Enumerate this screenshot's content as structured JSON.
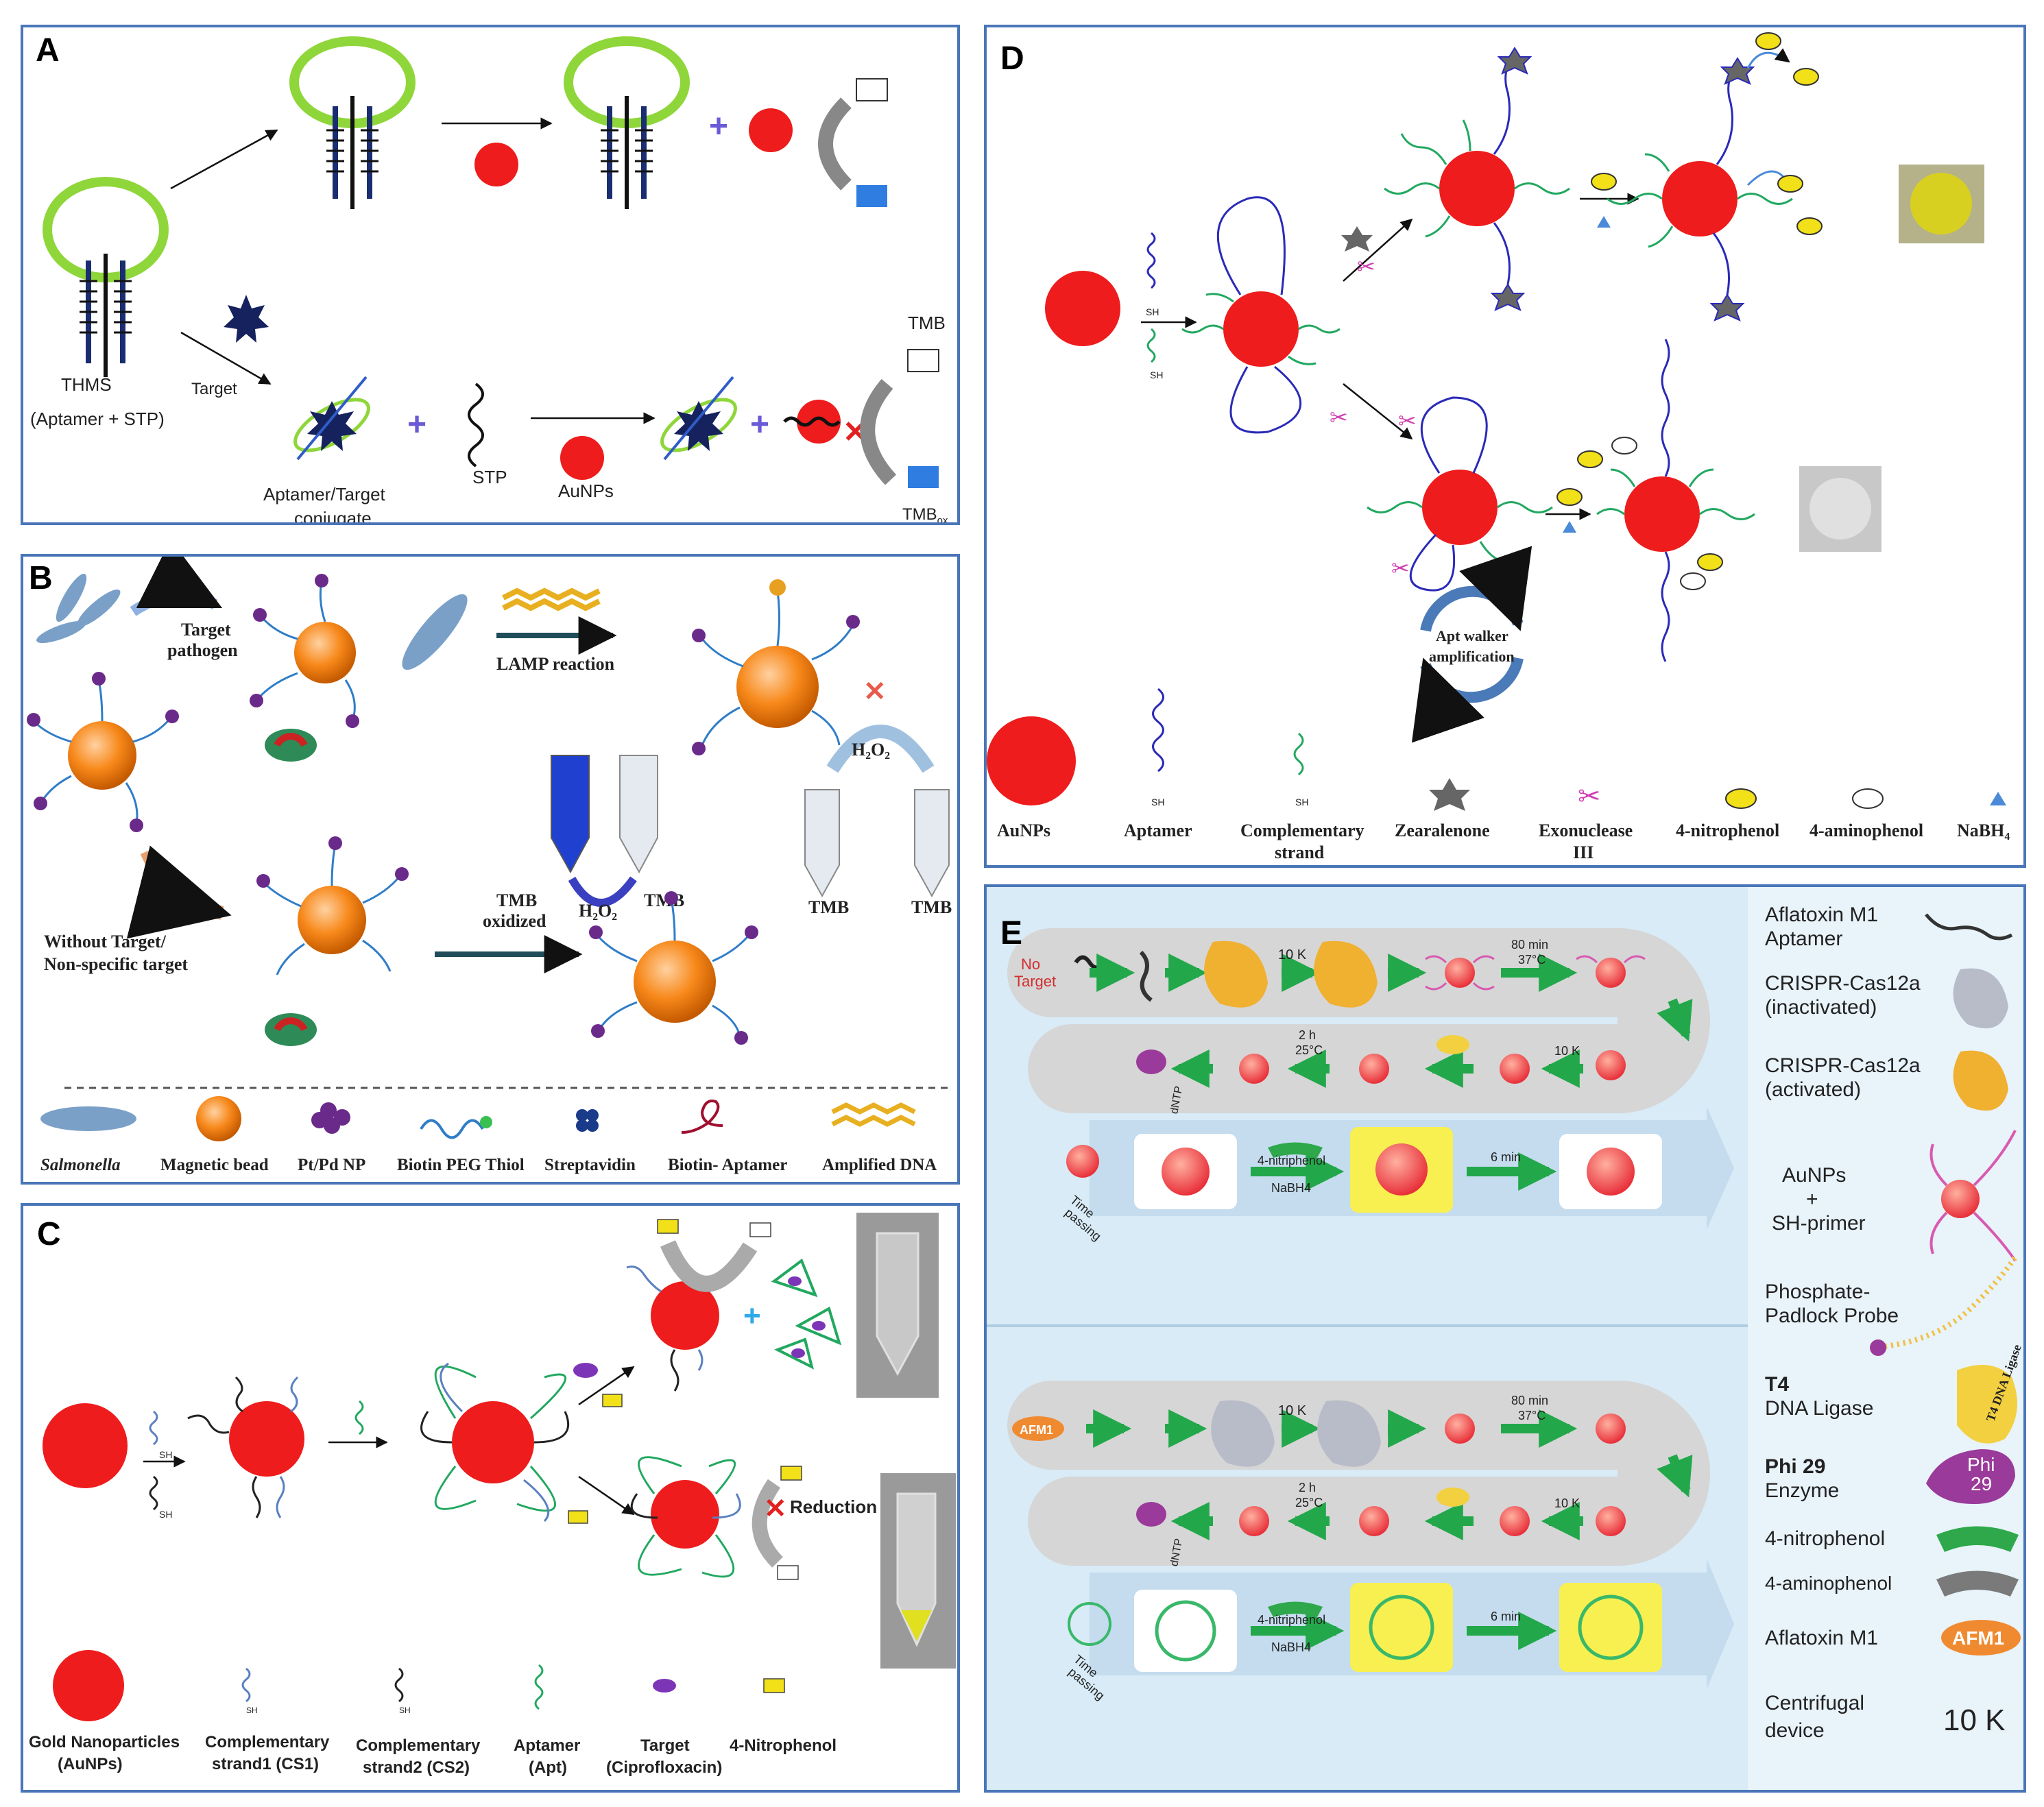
{
  "panels": {
    "A": {
      "label": "A",
      "thms": "THMS",
      "thms_sub": "(Aptamer + STP)",
      "target": "Target",
      "conjugate_1": "Aptamer/Target",
      "conjugate_2": "conjugate",
      "stp": "STP",
      "aunps": "AuNPs",
      "tmb_top": "TMB",
      "tmb_bottom": "TMB",
      "tmb_bottom_sub": "ox"
    },
    "B": {
      "label": "B",
      "target_pathogen_1": "Target",
      "target_pathogen_2": "pathogen",
      "lamp": "LAMP reaction",
      "h2o2_top": "H₂O₂",
      "tmb_left": "TMB",
      "tmb_right": "TMB",
      "tmb_oxidized_1": "TMB",
      "tmb_oxidized_2": "oxidized",
      "h2o2_mid": "H₂O₂",
      "tmb_mid": "TMB",
      "without_1": "Without Target/",
      "without_2": "Non-specific target",
      "legend": [
        "Salmonella",
        "Magnetic bead",
        "Pt/Pd NP",
        "Biotin PEG Thiol",
        "Streptavidin",
        "Biotin- Aptamer",
        "Amplified DNA"
      ]
    },
    "C": {
      "label": "C",
      "reduction": "Reduction",
      "sh": "SH",
      "legend": [
        [
          "Gold Nanoparticles",
          "(AuNPs)"
        ],
        [
          "Complementary",
          "strand1 (CS1)"
        ],
        [
          "Complementary",
          "strand2 (CS2)"
        ],
        [
          "Aptamer",
          "(Apt)"
        ],
        [
          "Target",
          "(Ciprofloxacin)"
        ],
        [
          "4-Nitrophenol",
          ""
        ]
      ]
    },
    "D": {
      "label": "D",
      "sh": "SH",
      "walker_1": "Apt walker",
      "walker_2": "amplification",
      "legend": [
        [
          "AuNPs",
          ""
        ],
        [
          "Aptamer",
          ""
        ],
        [
          "Complementary",
          "strand"
        ],
        [
          "Zearalenone",
          ""
        ],
        [
          "Exonuclease",
          "III"
        ],
        [
          "4-nitrophenol",
          ""
        ],
        [
          "4-aminophenol",
          ""
        ],
        [
          "NaBH₄",
          ""
        ]
      ]
    },
    "E": {
      "label": "E",
      "no_target_1": "No",
      "no_target_2": "Target",
      "tenk": "10 K",
      "min80": "80 min",
      "c37": "37°C",
      "h2": "2 h",
      "c25": "25°C",
      "dntp": "dNTP",
      "time_1": "Time",
      "time_2": "passing",
      "nitriphenol": "4-nitriphenol",
      "nabh4": "NaBH4",
      "min6": "6 min",
      "afm1": "AFM1",
      "legend": {
        "aptamer_1": "Aflatoxin M1",
        "aptamer_2": "Aptamer",
        "cas_in_1": "CRISPR-Cas12a",
        "cas_in_2": "(inactivated)",
        "cas_ac_1": "CRISPR-Cas12a",
        "cas_ac_2": "(activated)",
        "aunp_1": "AuNPs",
        "aunp_2": "+",
        "aunp_3": "SH-primer",
        "padlock_1": "Phosphate-",
        "padlock_2": "Padlock Probe",
        "ligase_1": "T4",
        "ligase_2": "DNA Ligase",
        "ligase_badge": "T4 DNA Ligase",
        "phi_1": "Phi 29",
        "phi_2": "Enzyme",
        "phi_badge_1": "Phi",
        "phi_badge_2": "29",
        "nitro": "4-nitrophenol",
        "amino": "4-aminophenol",
        "afm1_1": "Aflatoxin M1",
        "afm1_badge": "AFM1",
        "centri_1": "Centrifugal",
        "centri_2": "device",
        "centri_badge": "10 K"
      }
    }
  }
}
